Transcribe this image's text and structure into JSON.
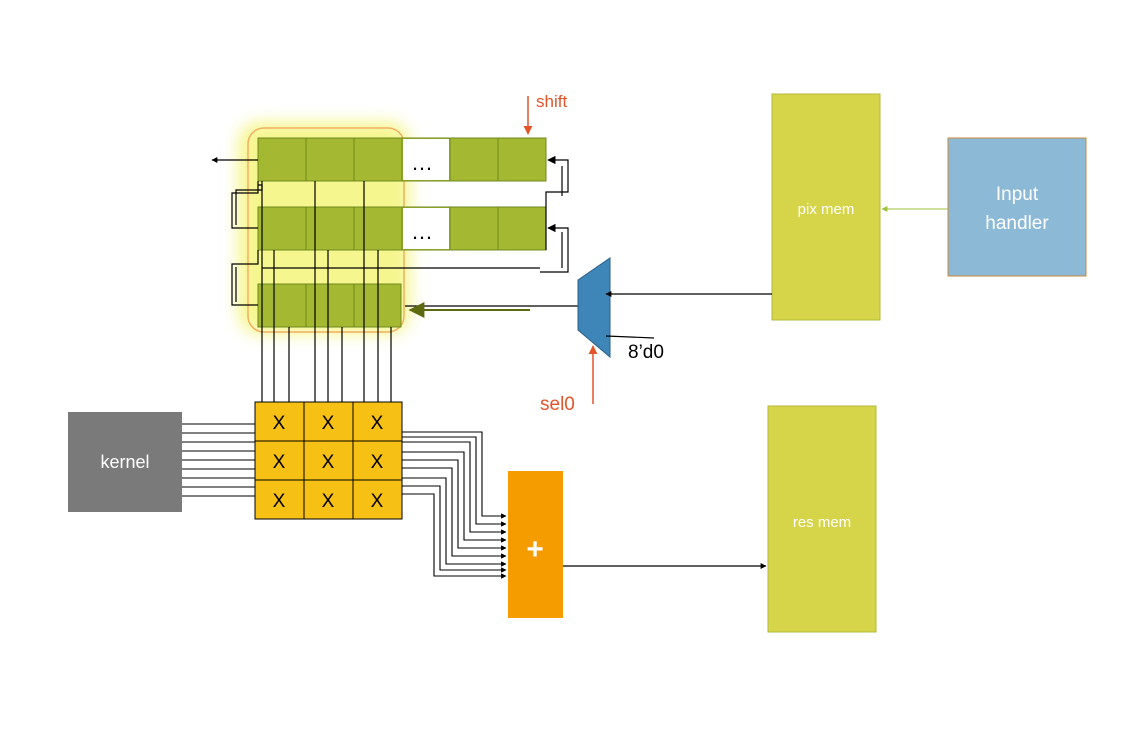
{
  "labels": {
    "shift": "shift",
    "sel0": "sel0",
    "const_input": "8’d0",
    "pix_mem": "pix mem",
    "input_handler_line1": "Input",
    "input_handler_line2": "handler",
    "kernel": "kernel",
    "res_mem": "res mem",
    "adder": "+",
    "ellipsis": "…",
    "multiplier": "X"
  },
  "colors": {
    "shift_register": "#a5b832",
    "shift_register_border": "#6f8a1e",
    "highlight_glow": "#f3f36a",
    "highlight_outline": "#f0b060",
    "memory": "#d6d54a",
    "memory_border": "#b4b83a",
    "input_handler": "#8bb9d6",
    "input_handler_border": "#c88a3a",
    "mux": "#3f86b8",
    "multiplier_grid": "#f7c015",
    "adder": "#f59c00",
    "kernel": "#7a7a7a",
    "annotation": "#e2552b",
    "input_link": "#9dc23a"
  },
  "multiplier_grid": {
    "rows": [
      [
        "X",
        "X",
        "X"
      ],
      [
        "X",
        "X",
        "X"
      ],
      [
        "X",
        "X",
        "X"
      ]
    ]
  }
}
